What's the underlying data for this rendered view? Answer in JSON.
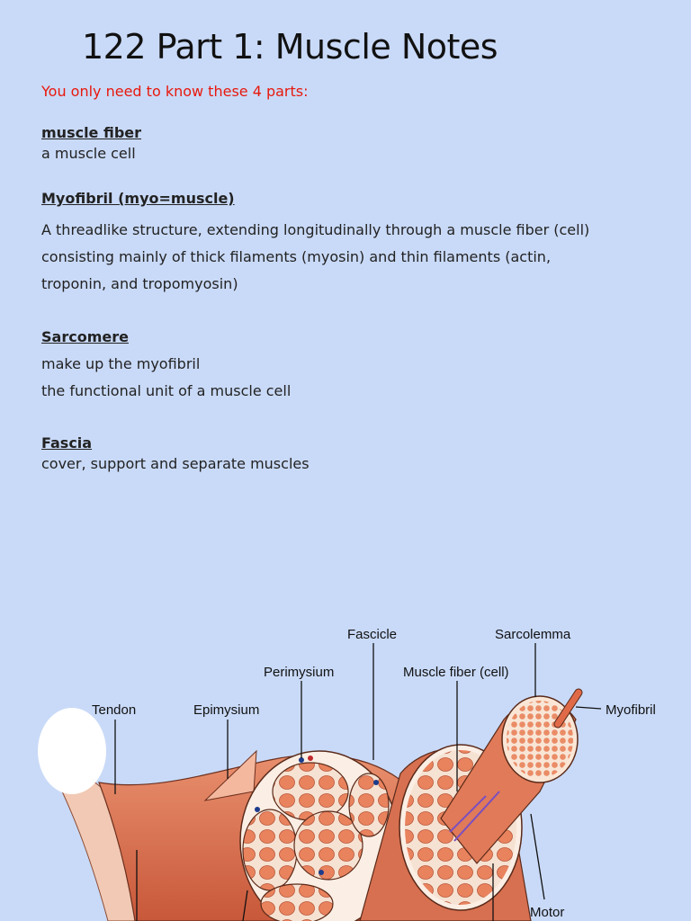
{
  "title": "122 Part 1: Muscle Notes",
  "intro": "You only need to know these 4 parts:",
  "terms": [
    {
      "name": "muscle fiber",
      "lines": [
        "a muscle cell"
      ]
    },
    {
      "name": "Myofibril (myo=muscle)",
      "lines": [
        "A threadlike structure, extending longitudinally through a muscle fiber (cell)",
        "consisting mainly of thick filaments (myosin) and thin filaments (actin,",
        "troponin, and tropomyosin)"
      ]
    },
    {
      "name": "Sarcomere",
      "lines": [
        "make up the myofibril",
        "the functional unit of a muscle cell"
      ]
    },
    {
      "name": "Fascia",
      "lines": [
        "cover, support and separate muscles"
      ]
    }
  ],
  "diagram": {
    "labels": {
      "fascicle": "Fascicle",
      "sarcolemma": "Sarcolemma",
      "perimysium": "Perimysium",
      "muscle_fiber": "Muscle fiber (cell)",
      "tendon": "Tendon",
      "epimysium": "Epimysium",
      "myofibril": "Myofibril",
      "motor": "Motor"
    }
  }
}
